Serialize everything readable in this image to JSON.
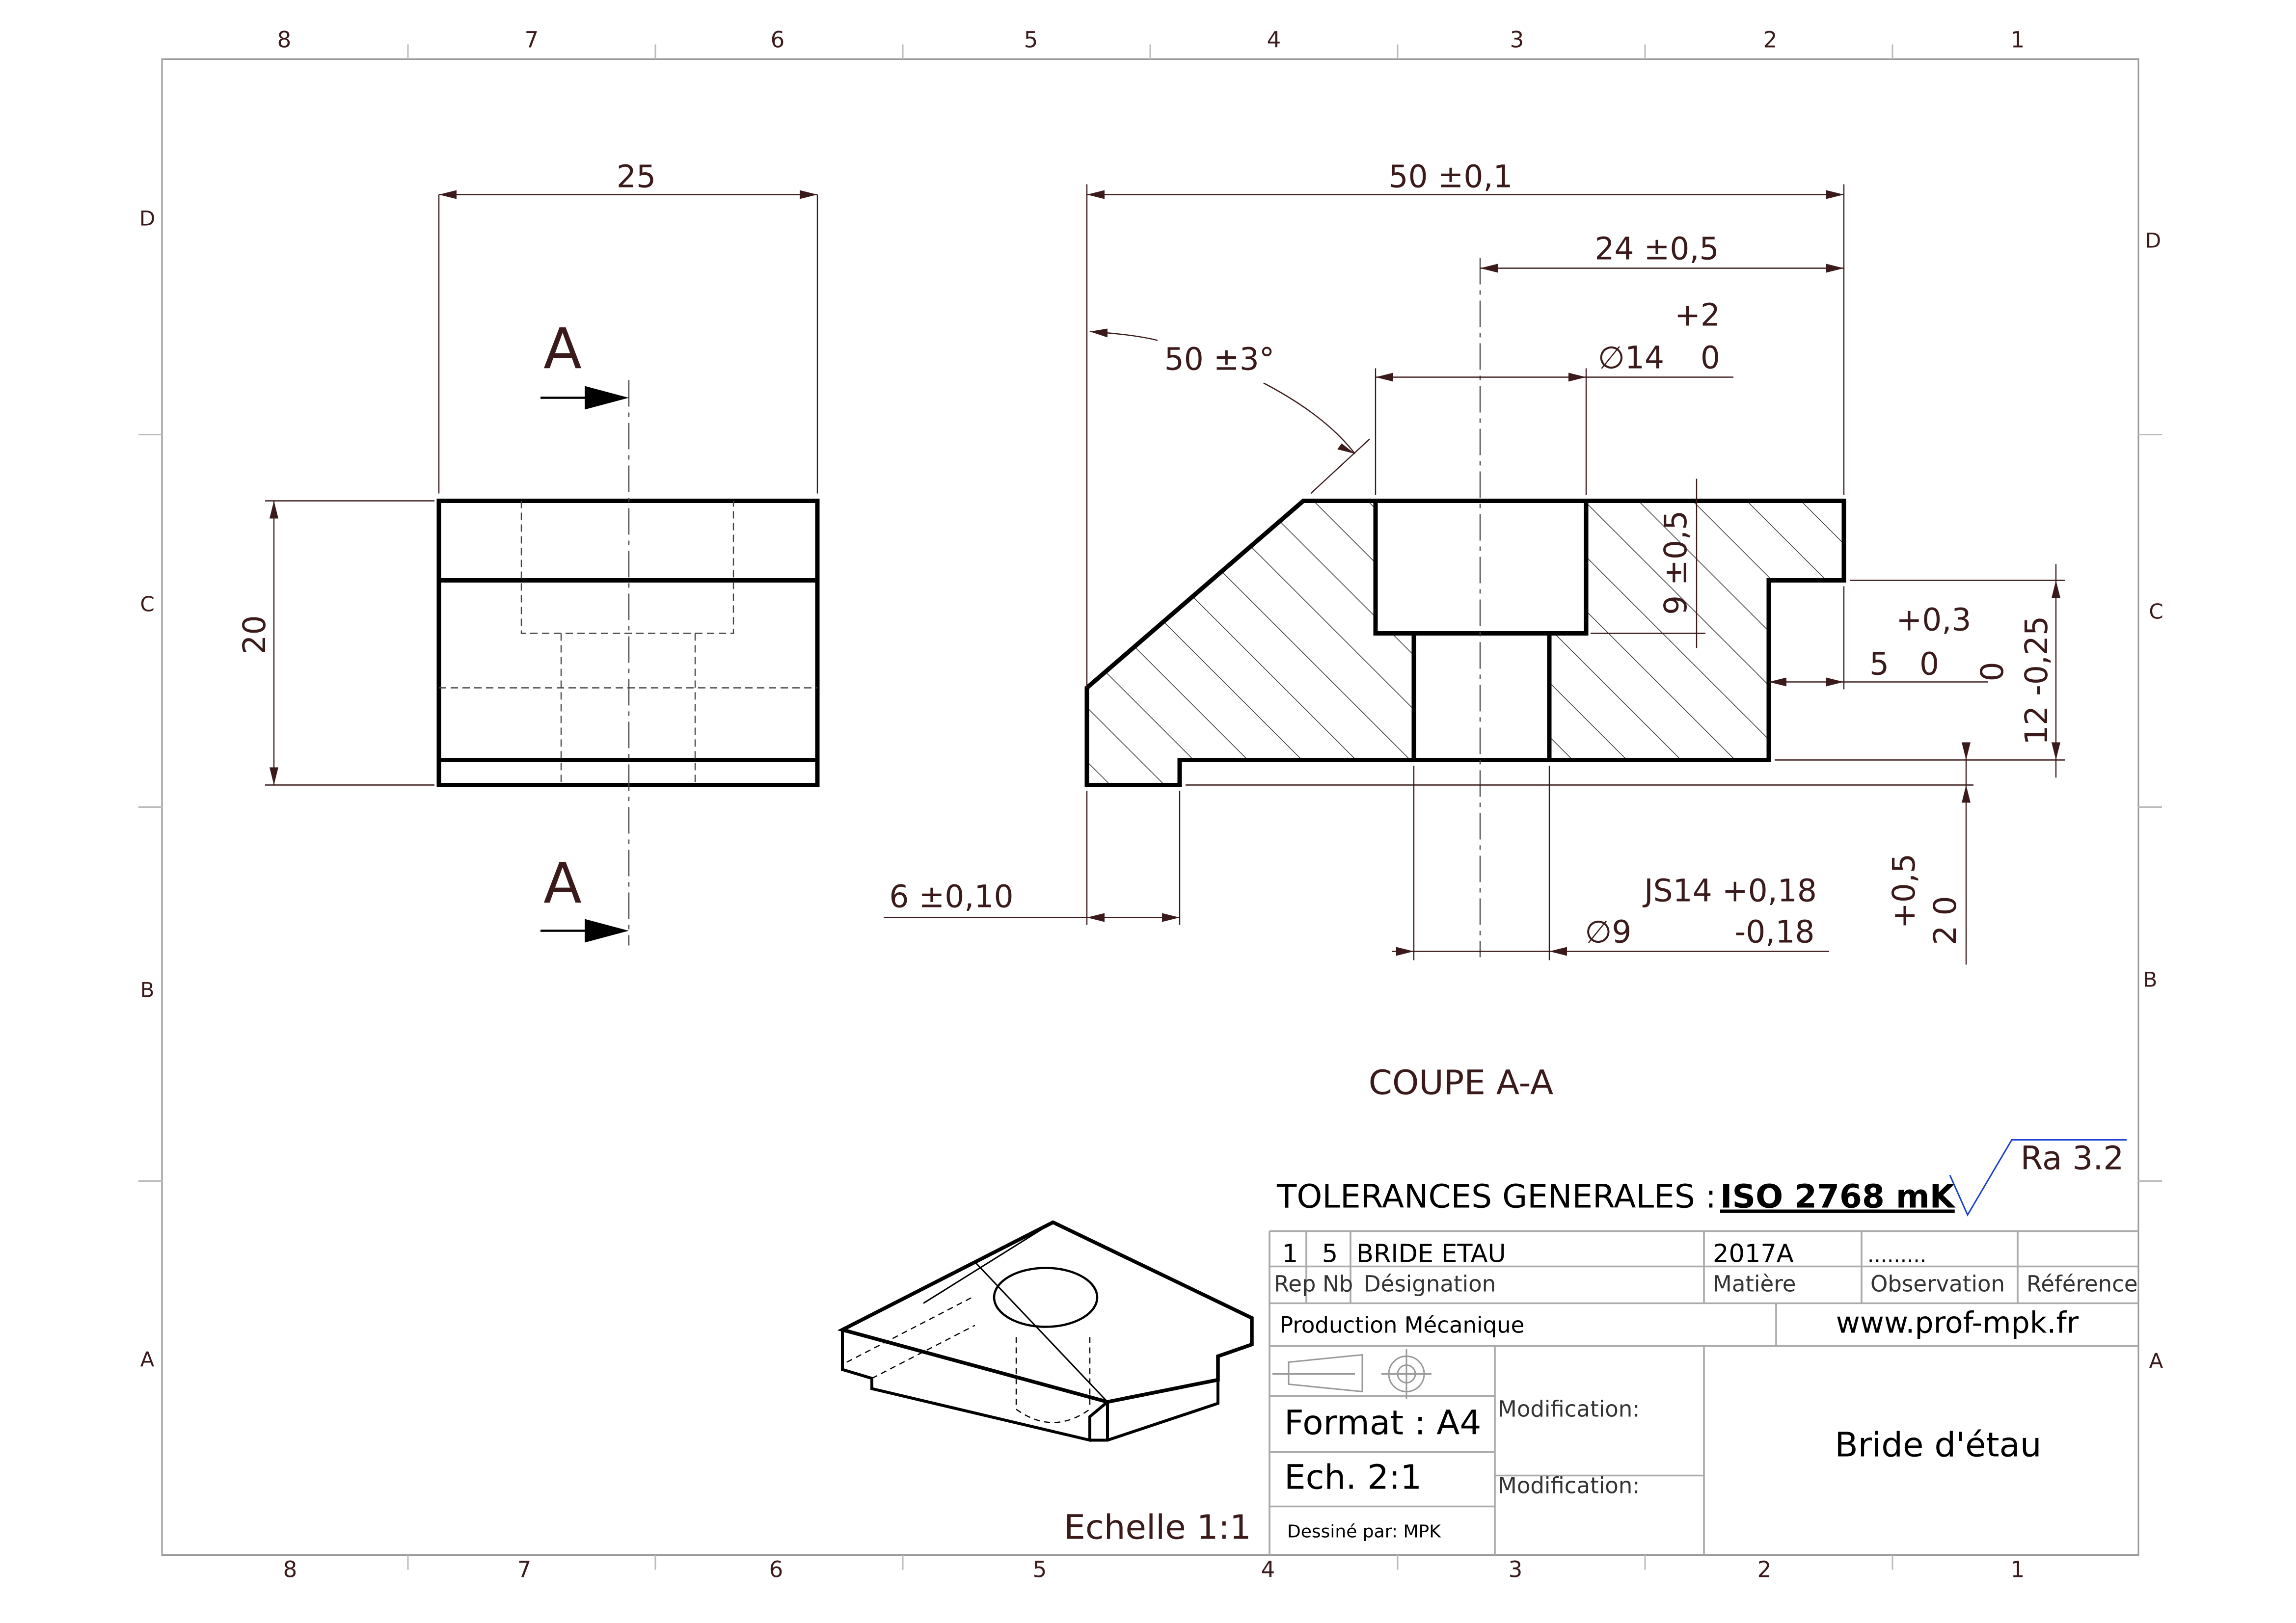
{
  "border": {
    "top_numbers": [
      "8",
      "7",
      "6",
      "5",
      "4",
      "3",
      "2",
      "1"
    ],
    "bottom_numbers": [
      "8",
      "7",
      "6",
      "5",
      "4",
      "3",
      "2",
      "1"
    ],
    "left_letters": [
      "D",
      "C",
      "B",
      "A"
    ],
    "right_letters": [
      "D",
      "C",
      "B",
      "A"
    ]
  },
  "front_view": {
    "width_dim": "25",
    "height_dim": "20",
    "section_label_top": "A",
    "section_label_bottom": "A"
  },
  "section_view": {
    "title": "COUPE A-A",
    "overall_length": "50 ±0,1",
    "hole_position": "24 ±0,5",
    "angle": "50 ±3°",
    "counterbore_dia_upper": "+2",
    "counterbore_dia": "∅14",
    "counterbore_dia_lower": "0",
    "counterbore_depth": "9 ±0,5",
    "step_upper": "+0,3",
    "step_value": "5",
    "step_lower": "0",
    "height_value": "12 -0,25",
    "height_upper": "0",
    "foot_height_upper": "+0,5",
    "foot_height_value": "2  0",
    "foot_width": "6 ±0,10",
    "hole_fit": "JS14 +0,18",
    "hole_dia": "∅9",
    "hole_lower": "-0,18"
  },
  "iso_view": {
    "scale_label": "Echelle 1:1"
  },
  "title_block": {
    "tolerances_label": "TOLERANCES GENERALES :",
    "tolerances_standard": "ISO 2768 mK",
    "roughness": "Ra 3.2",
    "roughness_color": "#1a3fcf",
    "part_row": {
      "rep": "1",
      "nb": "5",
      "designation": "BRIDE ETAU",
      "matiere": "2017A",
      "observation": ".........",
      "reference": ""
    },
    "headers": {
      "rep": "Rep",
      "nb": "Nb",
      "designation": "Désignation",
      "matiere": "Matière",
      "observation": "Observation",
      "reference": "Référence"
    },
    "school": "Production Mécanique",
    "website": "www.prof-mpk.fr",
    "format": "Format : A4",
    "scale": "Ech. 2:1",
    "drawn_by": "Dessiné par: MPK",
    "modification_1": "Modification:",
    "modification_2": "Modification:",
    "drawing_title": "Bride d'étau"
  }
}
